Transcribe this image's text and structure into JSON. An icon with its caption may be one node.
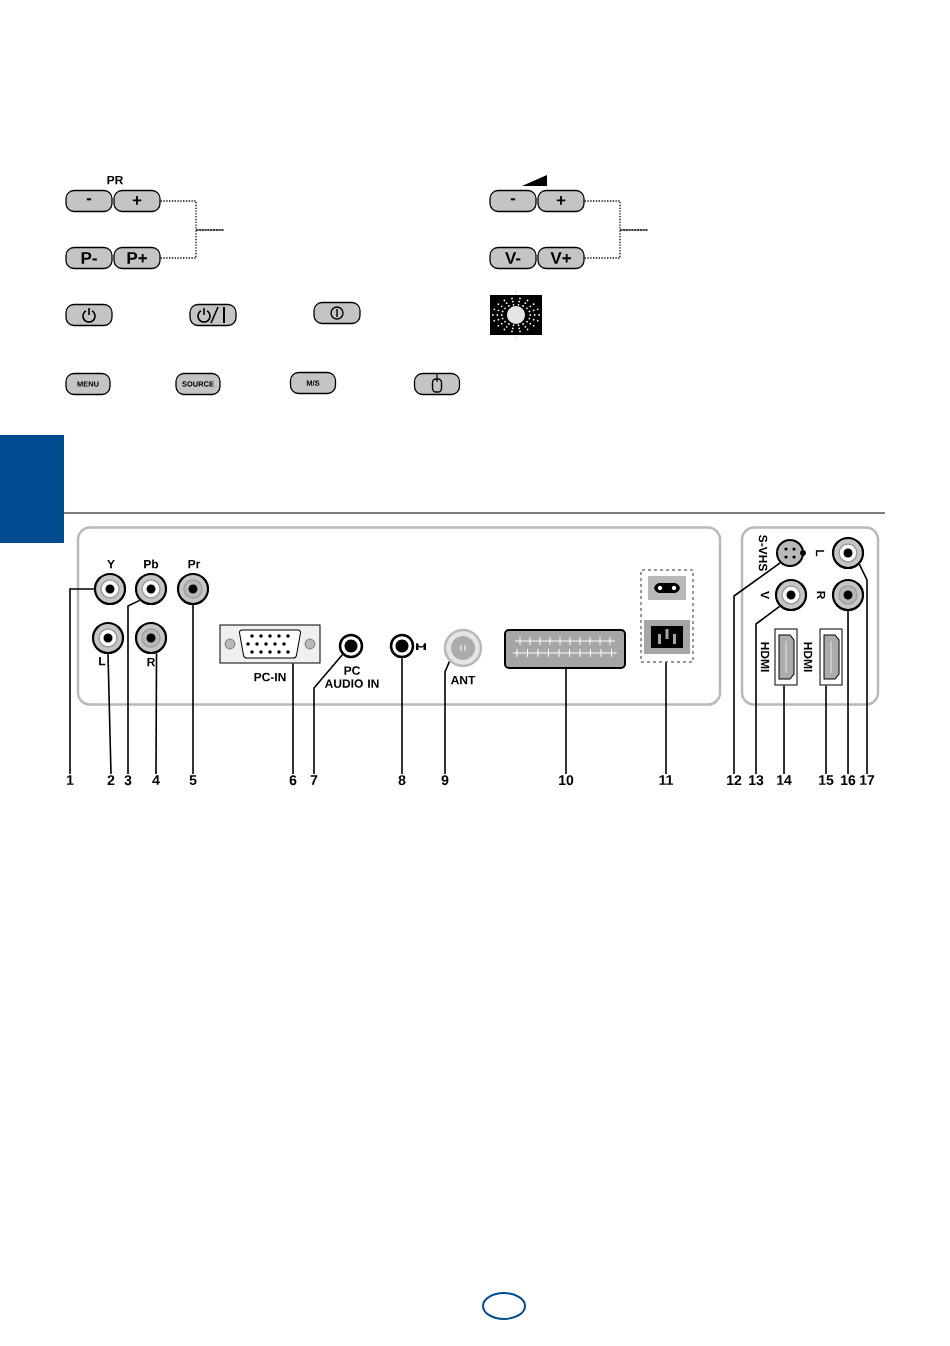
{
  "diagram": {
    "nodes": [
      {
        "text": [
          "-"
        ]
      },
      {
        "text": [
          "+"
        ]
      },
      {
        "text": [
          "-"
        ]
      },
      {
        "text": [
          "+"
        ]
      },
      {
        "text": [
          "P-"
        ]
      },
      {
        "text": [
          "P+"
        ]
      },
      {
        "text": [
          "V-"
        ]
      },
      {
        "text": [
          "V+"
        ]
      },
      {
        "text": [],
        "shape": "box"
      },
      {
        "text": [],
        "shape": "box"
      },
      {
        "text": [],
        "shape": "box"
      },
      {
        "text": [],
        "shape": "picture"
      },
      {
        "text": [
          "MENU"
        ]
      },
      {
        "text": [
          "SOURCE"
        ]
      },
      {
        "text": [
          "M/S"
        ]
      },
      {
        "text": [],
        "shape": "box"
      },
      {
        "text": [],
        "shape": "box"
      },
      {
        "text": [],
        "shape": "box"
      },
      {
        "text": [],
        "shape": "circle",
        "in": 16
      },
      {
        "text": [],
        "shape": "circle",
        "in": 16
      },
      {
        "text": [],
        "shape": "circle",
        "in": 16
      },
      {
        "text": [],
        "shape": "circle",
        "in": 16
      },
      {
        "text": [],
        "shape": "circle",
        "in": 16
      },
      {
        "text": [],
        "shape": "box",
        "in": 16
      },
      {
        "text": [],
        "shape": "circle",
        "in": 16
      },
      {
        "text": [],
        "shape": "circle",
        "in": 16
      },
      {
        "text": [],
        "shape": "circle",
        "in": 16
      },
      {
        "text": [],
        "shape": "box",
        "in": 16
      },
      {
        "text": [],
        "shape": "box",
        "in": 16
      },
      {
        "text": [],
        "shape": "circle",
        "in": 17
      },
      {
        "text": [],
        "shape": "circle",
        "in": 17
      },
      {
        "text": [],
        "shape": "box",
        "in": 17
      },
      {
        "text": [],
        "shape": "box",
        "in": 17
      },
      {
        "text": [],
        "shape": "circle",
        "in": 17
      },
      {
        "text": [],
        "shape": "circle",
        "in": 17
      },
      {
        "text": [
          "1"
        ]
      },
      {
        "text": [
          "2"
        ]
      },
      {
        "text": [
          "3"
        ]
      },
      {
        "text": [
          "4"
        ]
      },
      {
        "text": [
          "5"
        ]
      },
      {
        "text": [
          "6"
        ]
      },
      {
        "text": [
          "7"
        ]
      },
      {
        "text": [
          "8"
        ]
      },
      {
        "text": [
          "9"
        ]
      },
      {
        "text": [
          "10"
        ]
      },
      {
        "text": [
          "11"
        ]
      },
      {
        "text": [
          "12"
        ]
      },
      {
        "text": [
          "13"
        ]
      },
      {
        "text": [
          "14"
        ]
      },
      {
        "text": [
          "15"
        ]
      },
      {
        "text": [
          "16"
        ]
      },
      {
        "text": [
          "17"
        ]
      },
      {
        "text": [],
        "shape": "box"
      }
    ],
    "edges": [
      {
        "from": 35,
        "to": 18,
        "arrow": "none"
      },
      {
        "from": 36,
        "to": 19,
        "arrow": "none"
      },
      {
        "from": 37,
        "to": 20,
        "arrow": "none"
      },
      {
        "from": 38,
        "to": 21,
        "arrow": "none"
      },
      {
        "from": 39,
        "to": 22,
        "arrow": "none"
      },
      {
        "from": 40,
        "to": 23,
        "arrow": "none"
      },
      {
        "from": 41,
        "to": 24,
        "arrow": "none"
      },
      {
        "from": 42,
        "to": 25,
        "arrow": "none"
      },
      {
        "from": 43,
        "to": 26,
        "arrow": "none"
      },
      {
        "from": 44,
        "to": 27,
        "arrow": "none"
      },
      {
        "from": 45,
        "to": 28,
        "arrow": "none"
      },
      {
        "from": 46,
        "to": 29,
        "arrow": "none"
      },
      {
        "from": 47,
        "to": 30,
        "arrow": "none"
      },
      {
        "from": 48,
        "to": 31,
        "arrow": "none"
      },
      {
        "from": 49,
        "to": 32,
        "arrow": "none"
      },
      {
        "from": 50,
        "to": 33,
        "arrow": "none"
      },
      {
        "from": 51,
        "to": 34,
        "arrow": "none"
      },
      {
        "from": 1,
        "to": null,
        "arrow": "none",
        "style": "dashed"
      },
      {
        "from": 5,
        "to": null,
        "arrow": "none",
        "style": "dashed"
      },
      {
        "from": 3,
        "to": null,
        "arrow": "none",
        "style": "dashed"
      },
      {
        "from": 7,
        "to": null,
        "arrow": "none",
        "style": "dashed"
      }
    ],
    "labels": [
      "PR",
      "Y",
      "Pb",
      "Pr",
      "L",
      "R",
      "PC-IN",
      "PC AUDIO IN",
      "ANT",
      "S-VHS",
      "L",
      "V",
      "R",
      "HDMI",
      "HDMI"
    ]
  }
}
